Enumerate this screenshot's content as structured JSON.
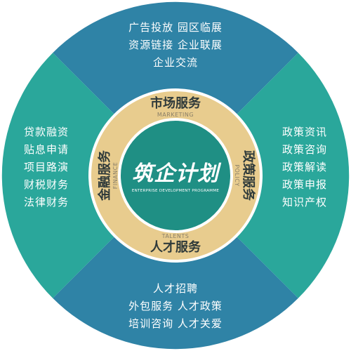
{
  "colors": {
    "quadrant_blue": "#2f83a6",
    "quadrant_teal": "#2aa79b",
    "ring_gold": "#e8cc8e",
    "ring_edge": "#ffffff",
    "center_teal": "#1f8f84"
  },
  "center": {
    "title": "筑企计划",
    "subtitle": "ENTERPRISE DEVELOPMENT PROGRAMME"
  },
  "ring": {
    "top": {
      "cn": "市场服务",
      "en": "MARKETING"
    },
    "right": {
      "cn": "政策服务",
      "en": "POLICY"
    },
    "bottom": {
      "cn": "人才服务",
      "en": "TALENTS"
    },
    "left": {
      "cn": "金融服务",
      "en": "FINANCE"
    }
  },
  "outer": {
    "top": {
      "lines": [
        "广告投放 园区临展",
        "资源链接 企业联展",
        "企业交流"
      ]
    },
    "right": {
      "lines": [
        "政策资讯",
        "政策咨询",
        "政策解读",
        "政策申报",
        "知识产权"
      ]
    },
    "bottom": {
      "lines": [
        "人才招聘",
        "外包服务 人才政策",
        "培训咨询 人才关爱"
      ]
    },
    "left": {
      "lines": [
        "贷款融资",
        "贴息申请",
        "项目路演",
        "财税财务",
        "法律财务"
      ]
    }
  }
}
